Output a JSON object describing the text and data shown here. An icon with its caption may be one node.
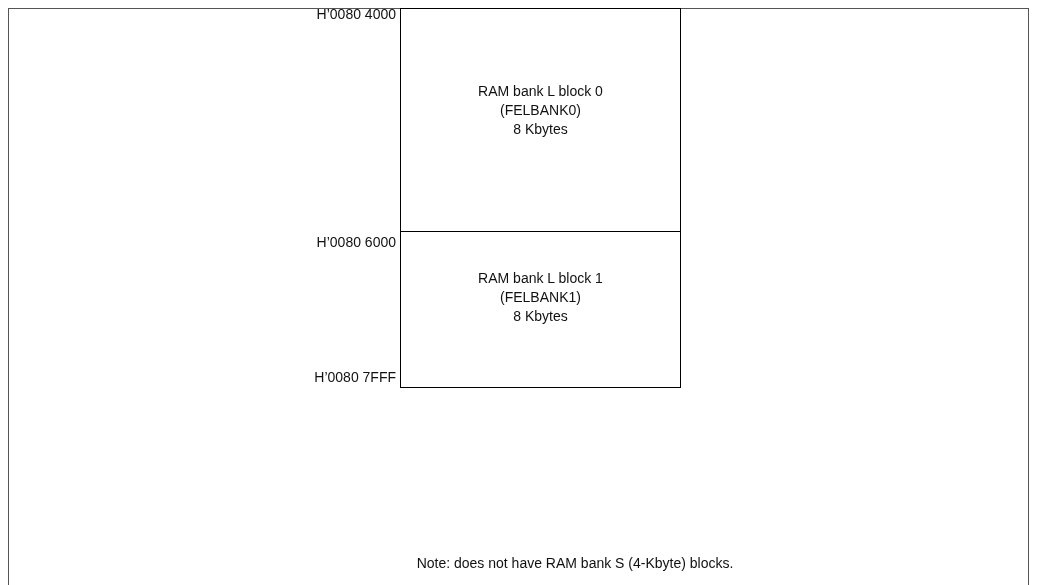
{
  "diagram": {
    "nodes": [
      {
        "text": [
          "RAM bank L block 0",
          "(FELBANK0)",
          "8 Kbytes"
        ]
      },
      {
        "text": [
          "RAM bank L block 1",
          "(FELBANK1)",
          "8 Kbytes"
        ]
      }
    ],
    "edges": [],
    "labels": [
      "H’0080 4000",
      "H’0080 6000",
      "H’0080 7FFF",
      "Note: does not have RAM bank S (4-Kbyte) blocks."
    ]
  }
}
